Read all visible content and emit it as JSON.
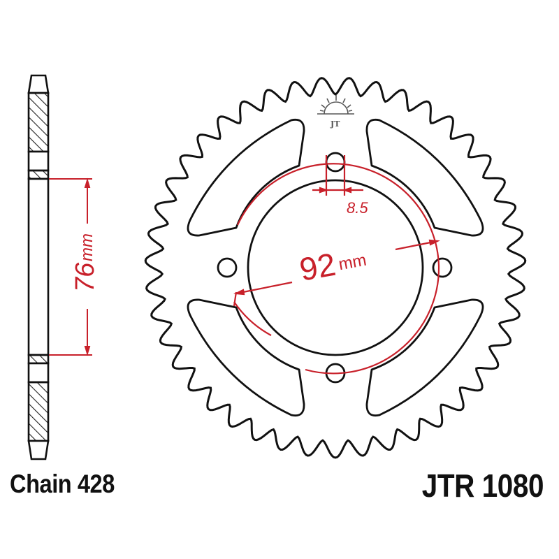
{
  "labels": {
    "chain": "Chain 428",
    "part_number": "JTR 1080"
  },
  "dimensions": {
    "hub_width_value": "76",
    "hub_width_unit": "mm",
    "pcd_value": "92",
    "pcd_unit": "mm",
    "bolt_hole_diameter": "8.5"
  },
  "logo": {
    "mark": "JT",
    "icon": "sunrise-logo-icon"
  },
  "colors": {
    "outline": "#111111",
    "dimension": "#c8202a",
    "hatch": "#222222",
    "background": "#ffffff"
  },
  "sprocket": {
    "teeth": 43,
    "bolt_holes": 4,
    "cutouts": 4
  }
}
